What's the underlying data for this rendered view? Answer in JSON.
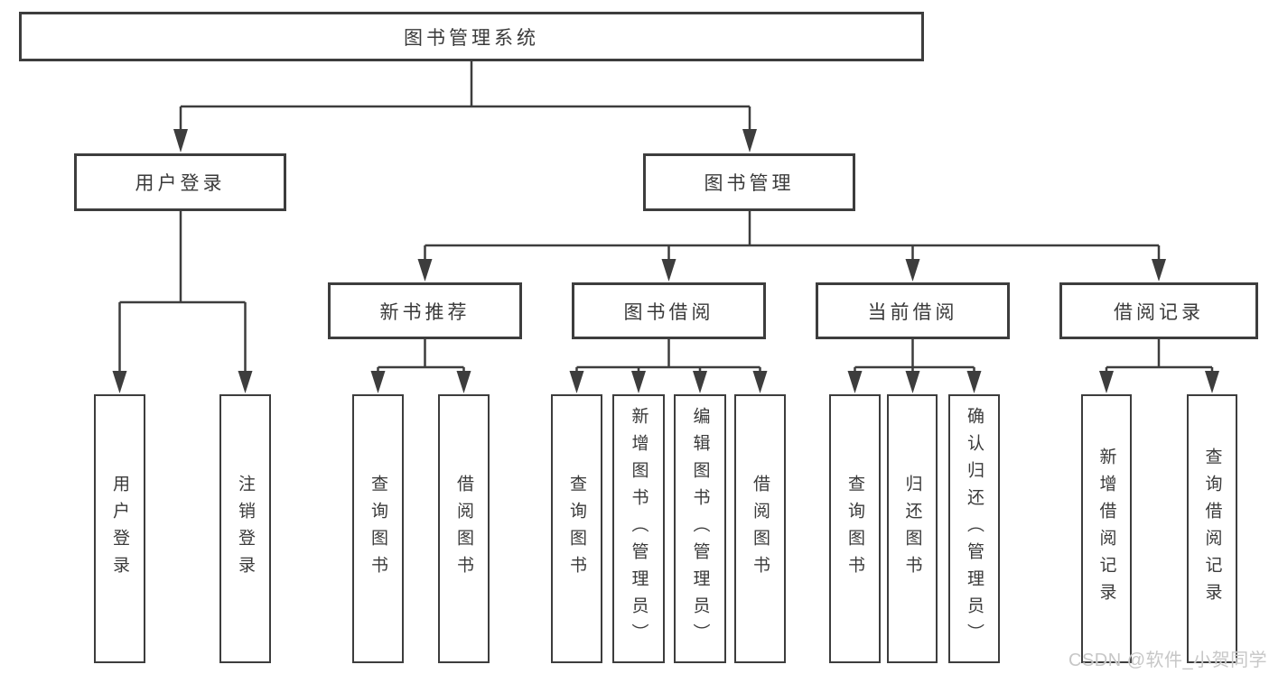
{
  "tree": {
    "root": "图书管理系统",
    "user_branch": {
      "label": "用户登录",
      "children": [
        "用户登录",
        "注销登录"
      ]
    },
    "mgmt_branch": {
      "label": "图书管理",
      "groups": [
        {
          "label": "新书推荐",
          "children": [
            "查询图书",
            "借阅图书"
          ]
        },
        {
          "label": "图书借阅",
          "children": [
            "查询图书",
            "新增图书（管理员）",
            "编辑图书（管理员）",
            "借阅图书"
          ]
        },
        {
          "label": "当前借阅",
          "children": [
            "查询图书",
            "归还图书",
            "确认归还（管理员）"
          ]
        },
        {
          "label": "借阅记录",
          "children": [
            "新增借阅记录",
            "查询借阅记录"
          ]
        }
      ]
    }
  },
  "watermark": "CSDN @软件_小贺同学",
  "colors": {
    "line": "#3d3d3d",
    "text": "#3a3a3a",
    "watermark": "#c7c7c7",
    "background": "#ffffff"
  }
}
